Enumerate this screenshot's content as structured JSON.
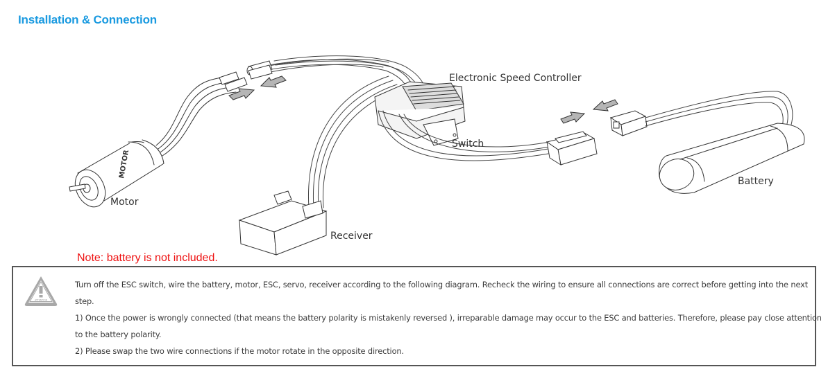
{
  "title": "Installation & Connection",
  "labels": {
    "esc": "Electronic Speed Controller",
    "switch": "Switch",
    "motor": "Motor",
    "motor_body_text": "MOTOR",
    "receiver": "Receiver",
    "battery": "Battery"
  },
  "note": "Note: battery is not included.",
  "attention": {
    "icon": "warning-triangle-icon",
    "icon_text": "ATTENTION",
    "lines": [
      "Turn off the ESC switch, wire the battery, motor, ESC, servo, receiver according to the following diagram. Recheck the wiring to ensure all connections are correct before getting into the next",
      "step.",
      "1) Once the power is wrongly connected (that means the battery polarity is mistakenly reversed ), irreparable damage may occur to the ESC and batteries. Therefore, please pay close attention",
      "to the battery polarity.",
      "2) Please swap the two wire connections if the motor rotate in the opposite direction."
    ]
  },
  "colors": {
    "title": "#1a9ae0",
    "note": "#ee1111",
    "border": "#555555",
    "arrow_fill": "#b5b5b5"
  }
}
